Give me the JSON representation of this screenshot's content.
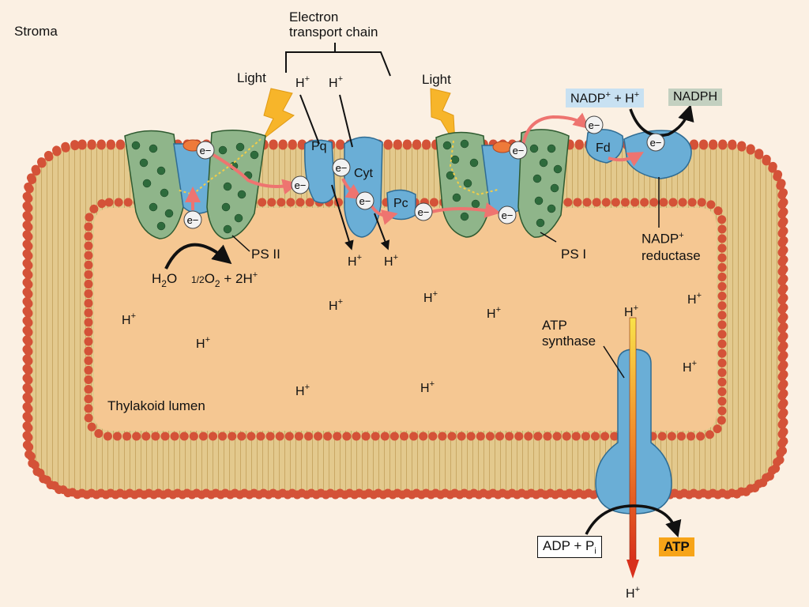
{
  "labels": {
    "stroma": "Stroma",
    "etc_line1": "Electron",
    "etc_line2": "transport chain",
    "light_left": "Light",
    "light_right": "Light",
    "ps2": "PS II",
    "ps1": "PS I",
    "pq": "Pq",
    "cyt": "Cyt",
    "pc": "Pc",
    "fd": "Fd",
    "electron": "e−",
    "h2o_main": "H",
    "h2o_sub": "2",
    "h2o_end": "O",
    "o2_half": "1/2",
    "o2_main": "O",
    "o2_sub": "2",
    "o2_rest": " + 2H",
    "plus": "+",
    "hydrogen": "H",
    "nadp_box_main": "NADP",
    "nadp_box_rest": " + H",
    "nadph": "NADPH",
    "nadp_red_line1": "NADP",
    "nadp_red_line2": "reductase",
    "atp_synth_line1": "ATP",
    "atp_synth_line2": "synthase",
    "lumen": "Thylakoid lumen",
    "adp_main": "ADP + P",
    "adp_sub": "i",
    "atp": "ATP"
  },
  "colors": {
    "background": "#fbf0e3",
    "lumen": "#f5c792",
    "lipid_tail": "#e3c98d",
    "lipid_head": "#d45238",
    "photosystem": "#8fb58a",
    "photosystem_dot": "#2e6b3c",
    "carrier_protein": "#6aaed6",
    "electron_arrow": "#ee7470",
    "light_bolt": "#f7b52a",
    "nadp_box": "#c8e1f2",
    "nadph_box": "#c3d0c0",
    "atp_box": "#f7a418"
  }
}
